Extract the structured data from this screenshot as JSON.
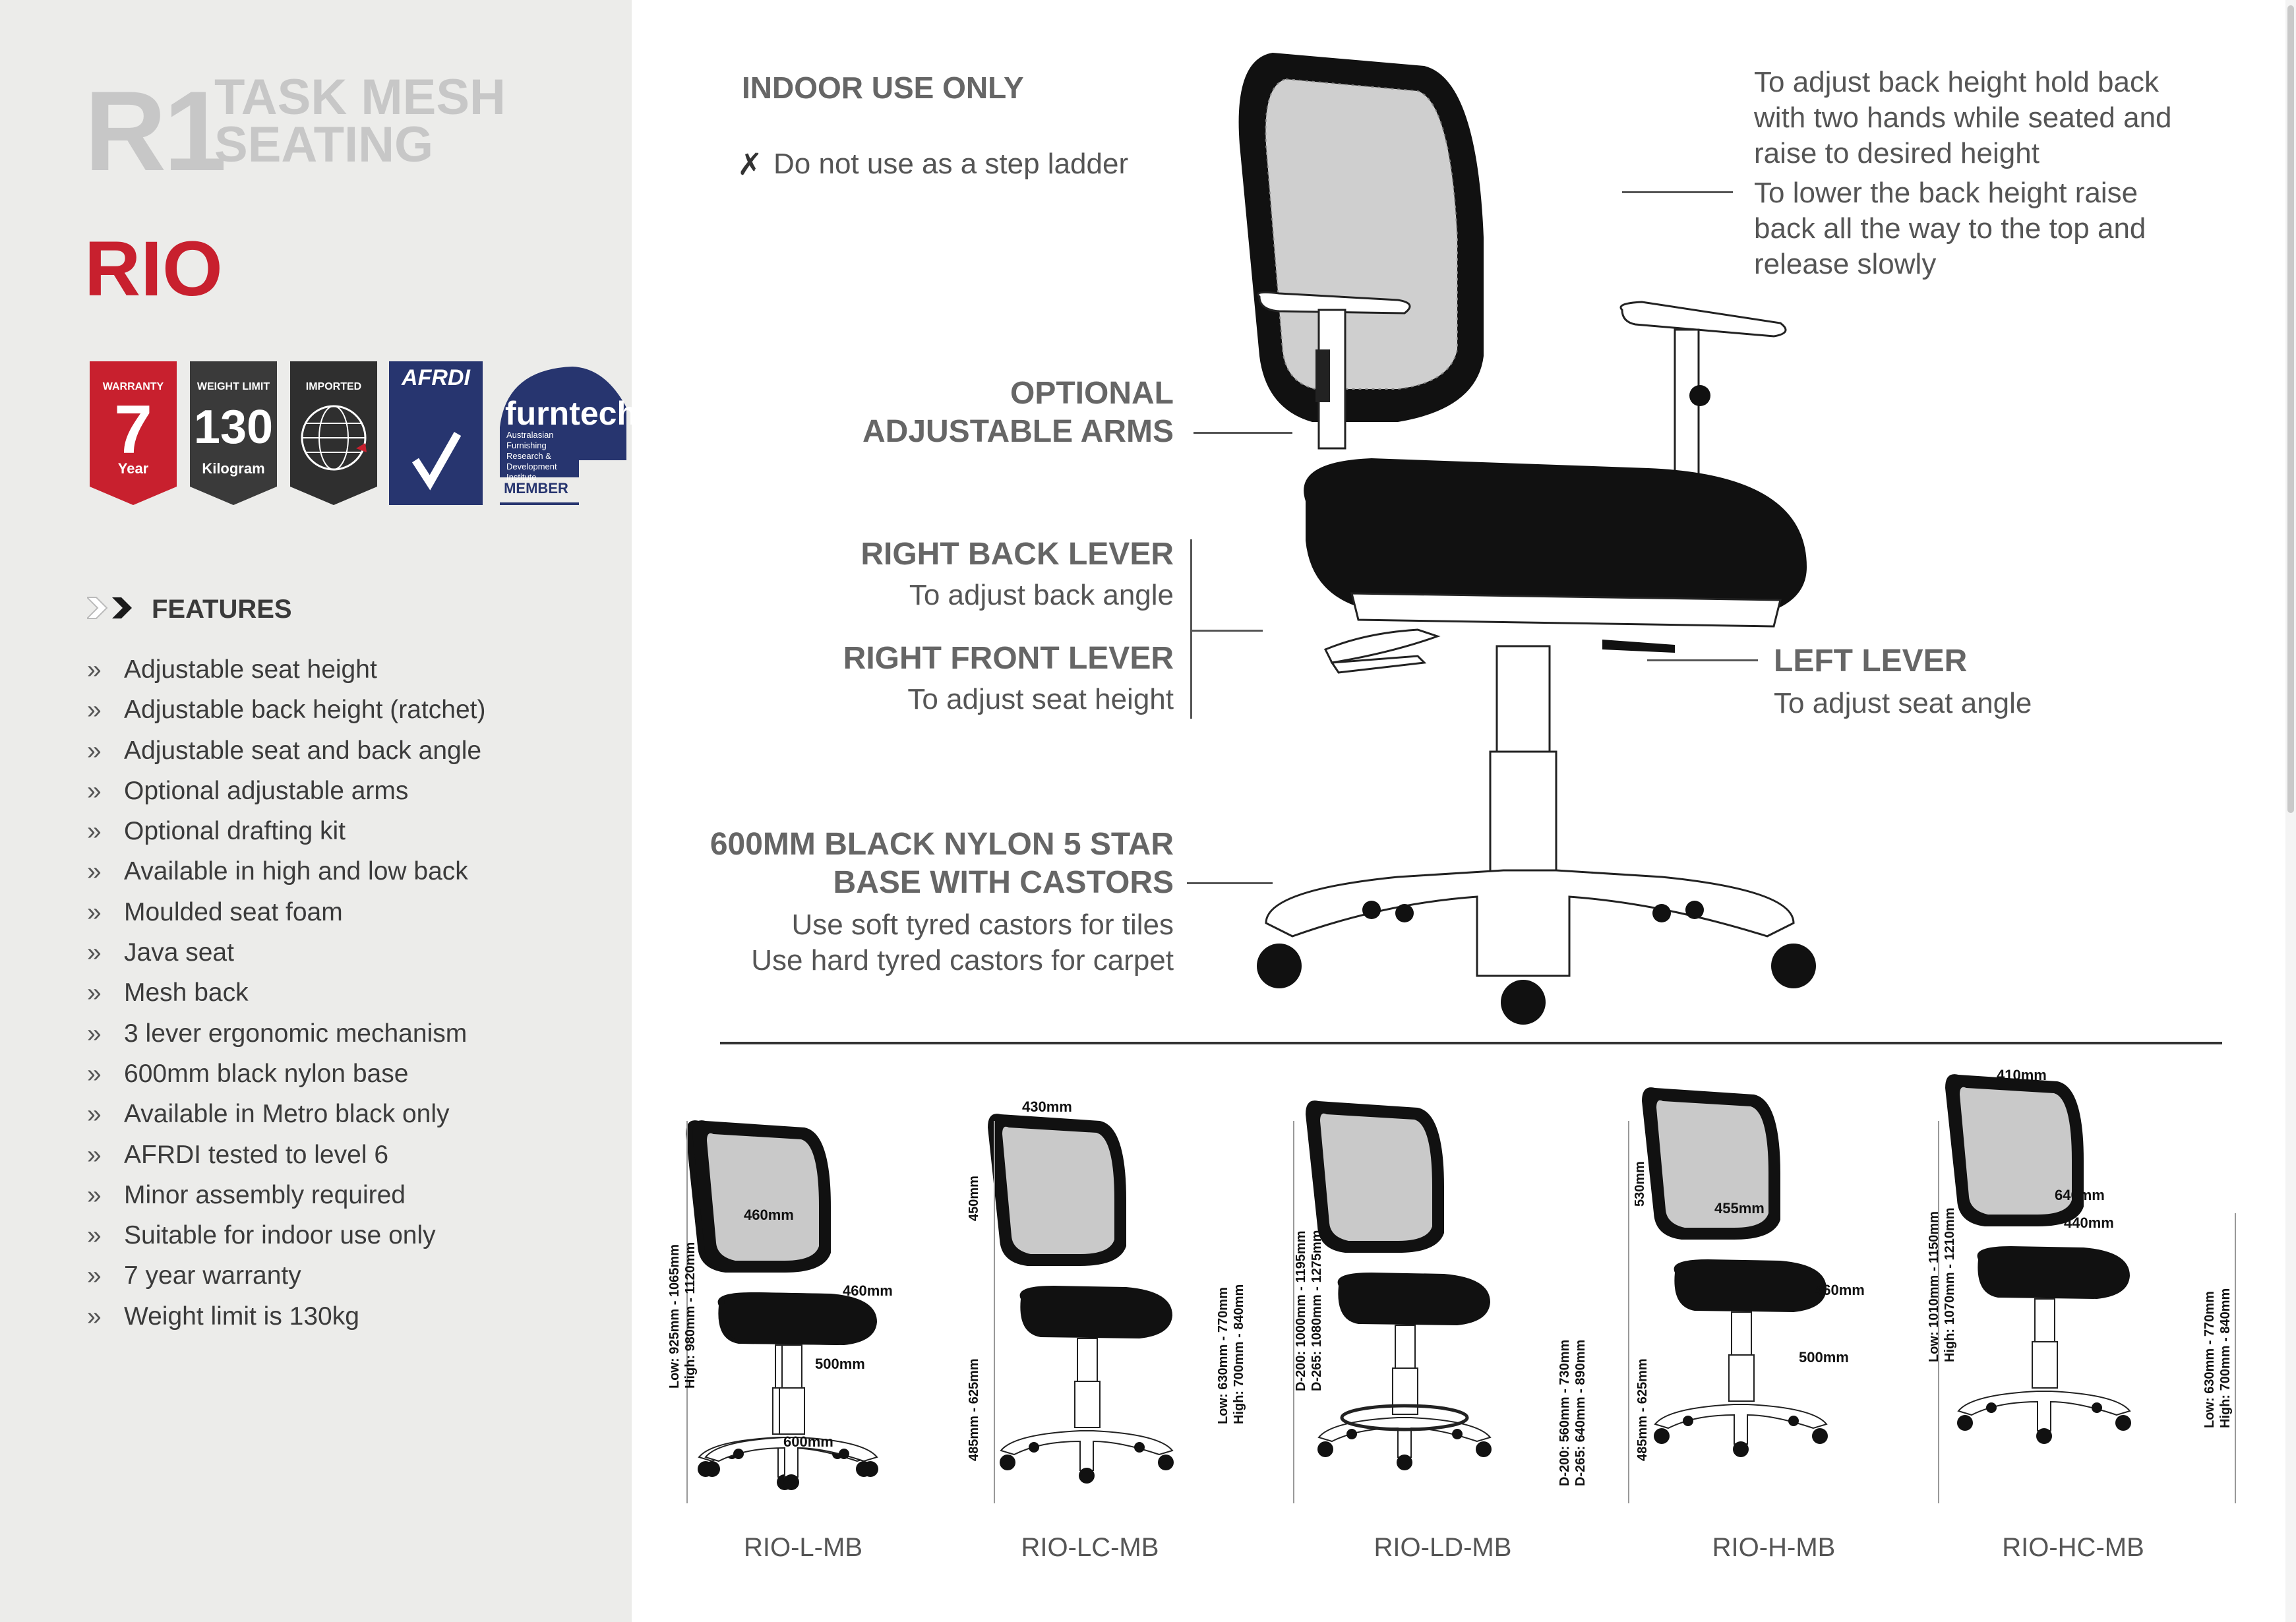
{
  "sidebar": {
    "series_code": "R1",
    "series_name_line1": "TASK MESH",
    "series_name_line2": "SEATING",
    "product_name": "RIO",
    "badges": {
      "warranty": {
        "top": "WARRANTY",
        "big": "7",
        "bottom": "Year",
        "color": "#c8202e"
      },
      "weight": {
        "top": "WEIGHT LIMIT",
        "big": "130",
        "bottom": "Kilogram",
        "color": "#3a3a3a"
      },
      "imported": {
        "top": "IMPORTED",
        "color": "#2f2f2f"
      },
      "afrdi": {
        "label": "AFRDI",
        "color": "#27356f"
      },
      "furntech": {
        "logo": "furntech",
        "lines": [
          "Australasian",
          "Furnishing",
          "Research &",
          "Development",
          "Institute"
        ],
        "member": "MEMBER"
      }
    },
    "features_heading": "FEATURES",
    "bullet": "»",
    "features": [
      "Adjustable seat height",
      "Adjustable back height (ratchet)",
      "Adjustable seat and back angle",
      "Optional adjustable arms",
      "Optional drafting kit",
      "Available in high and low back",
      "Moulded seat foam",
      "Java seat",
      "Mesh back",
      "3 lever ergonomic mechanism",
      "600mm black nylon base",
      "Available in Metro black only",
      "AFRDI tested to level 6",
      "Minor assembly required",
      "Suitable for indoor use only",
      "7 year warranty",
      "Weight limit is 130kg"
    ]
  },
  "main": {
    "indoor": {
      "title": "INDOOR USE ONLY",
      "cross": "✗",
      "note": "Do not use as a step ladder"
    },
    "back_height": {
      "line1": "To adjust back height hold back",
      "line2": "with two hands while seated and",
      "line3": "raise to desired height",
      "line4": "To lower the back height raise",
      "line5": "back all the way to the top and",
      "line6": "release slowly"
    },
    "arms": {
      "line1": "OPTIONAL",
      "line2": "ADJUSTABLE ARMS"
    },
    "right_back": {
      "title": "RIGHT BACK LEVER",
      "sub": "To adjust back angle"
    },
    "right_front": {
      "title": "RIGHT FRONT LEVER",
      "sub": "To adjust seat height"
    },
    "left_lever": {
      "title": "LEFT LEVER",
      "sub": "To adjust seat angle"
    },
    "base": {
      "line1": "600MM BLACK NYLON 5 STAR",
      "line2": "BASE WITH CASTORS",
      "sub1": "Use soft tyred castors for tiles",
      "sub2": "Use hard tyred castors for carpet"
    }
  },
  "models": [
    {
      "name": "RIO-L-MB",
      "back_w": "460mm",
      "seat_w": "460mm",
      "seat_d": "500mm",
      "base": "600mm",
      "height_low": "Low: 925mm - 1065mm",
      "height_high": "High: 980mm - 1120mm"
    },
    {
      "name": "RIO-LC-MB",
      "top_w": "430mm",
      "back_h": "450mm",
      "seat_h": "485mm - 625mm",
      "arm_low": "Low: 630mm - 770mm",
      "arm_high": "High: 700mm - 840mm"
    },
    {
      "name": "RIO-LD-MB",
      "d200": "D-200: 1000mm - 1195mm",
      "d265": "D-265: 1080mm - 1275mm",
      "seat_d200": "D-200: 560mm - 730mm",
      "seat_d265": "D-265: 640mm - 890mm"
    },
    {
      "name": "RIO-H-MB",
      "back_h": "530mm",
      "back_w": "455mm",
      "seat_w": "460mm",
      "seat_d": "500mm",
      "seat_h": "485mm - 625mm"
    },
    {
      "name": "RIO-HC-MB",
      "top_w": "410mm",
      "back_w1": "640mm",
      "back_w2": "440mm",
      "height_low": "Low: 1010mm - 1150mm",
      "height_high": "High: 1070mm - 1210mm",
      "arm_low": "Low: 630mm - 770mm",
      "arm_high": "High: 700mm - 840mm"
    }
  ]
}
